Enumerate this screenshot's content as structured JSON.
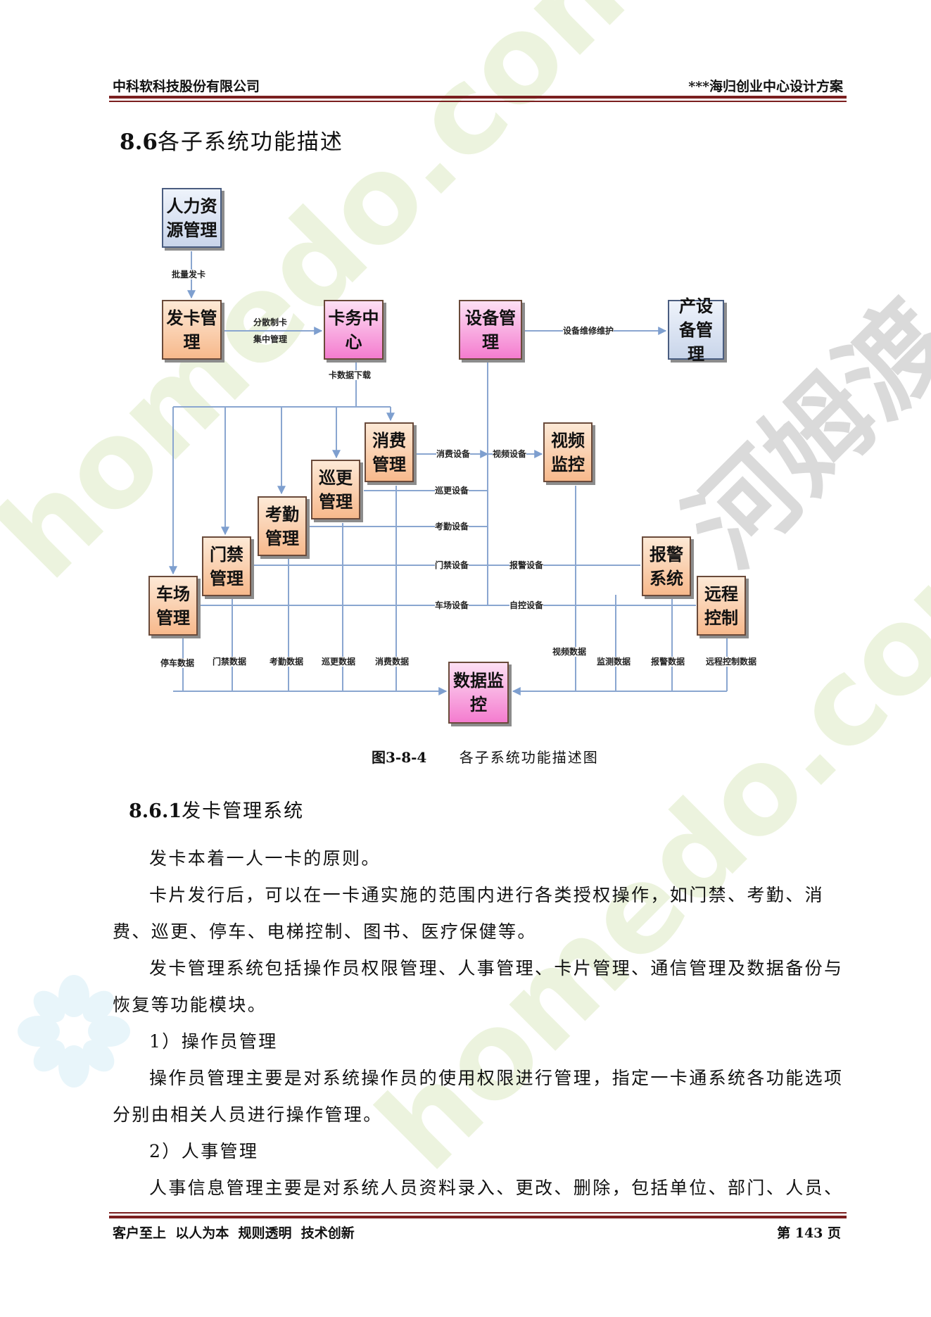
{
  "header": {
    "company": "中科软科技股份有限公司",
    "project": "***海归创业中心设计方案"
  },
  "section": {
    "number": "8.6",
    "title": "各子系统功能描述"
  },
  "diagram": {
    "boxes": {
      "hr": "人力资源管理",
      "card_issue": "发卡管理",
      "card_center": "卡务中心",
      "equipment": "设备管理",
      "property": "产设备管理",
      "consume": "消费管理",
      "patrol": "巡更管理",
      "attendance": "考勤管理",
      "access": "门禁管理",
      "parking": "车场管理",
      "video": "视频监控",
      "alarm": "报警系统",
      "remote": "远程控制",
      "data_monitor": "数据监控"
    },
    "labels": {
      "batch_issue": "批量发卡",
      "distributed_card": "分散制卡",
      "centralized": "集中管理",
      "card_download": "卡数据下载",
      "maintenance": "设备维修维护",
      "consume_dev": "消费设备",
      "video_dev": "视频设备",
      "patrol_dev": "巡更设备",
      "attendance_dev": "考勤设备",
      "access_dev": "门禁设备",
      "alarm_dev": "报警设备",
      "parking_dev": "车场设备",
      "auto_dev": "自控设备",
      "parking_data": "停车数据",
      "access_data": "门禁数据",
      "attendance_data": "考勤数据",
      "patrol_data": "巡更数据",
      "consume_data": "消费数据",
      "video_data": "视频数据",
      "monitor_data": "监测数据",
      "alarm_data": "报警数据",
      "remote_data": "远程控制数据"
    },
    "caption_number": "图3-8-4",
    "caption_title": "各子系统功能描述图"
  },
  "subsection": {
    "number": "8.6.1",
    "title": "发卡管理系统"
  },
  "paragraphs": [
    "发卡本着一人一卡的原则。",
    "卡片发行后，可以在一卡通实施的范围内进行各类授权操作，如门禁、考勤、消",
    "费、巡更、停车、电梯控制、图书、医疗保健等。",
    "发卡管理系统包括操作员权限管理、人事管理、卡片管理、通信管理及数据备份与",
    "恢复等功能模块。",
    "1）操作员管理",
    "操作员管理主要是对系统操作员的使用权限进行管理，指定一卡通系统各功能选项",
    "分别由相关人员进行操作管理。",
    "2）人事管理",
    "人事信息管理主要是对系统人员资料录入、更改、删除，包括单位、部门、人员、"
  ],
  "footer": {
    "motto": "客户至上  以人为本  规则透明  技术创新",
    "page": "第 143 页"
  },
  "watermarks": {
    "logo_text": "homedo.com",
    "brand_cn": "河姆渡"
  },
  "colors": {
    "rule": "#7b1f1f",
    "watermark_green": "#e4efcf",
    "watermark_blue": "#ddf0f7",
    "arrow": "#7e9fcf"
  }
}
